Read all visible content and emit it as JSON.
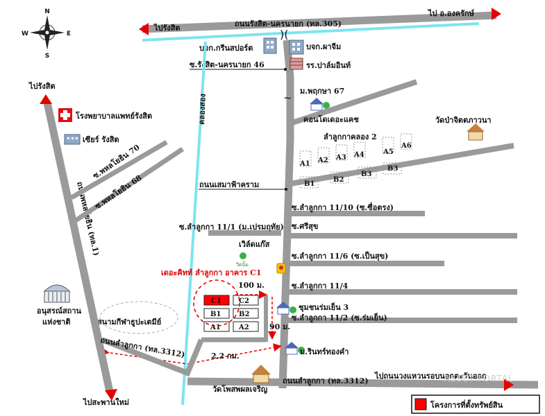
{
  "compass": {
    "n": "N",
    "s": "S",
    "e": "E",
    "w": "W"
  },
  "roads": {
    "top_road": "ถนนรังสิต-นครนายก (ทล.305)",
    "to_rangsit_top": "ไปรังสิต",
    "to_ongkharak": "ไป อ.องครักษ์",
    "to_rangsit_left": "ไปรังสิต",
    "phaholyothin": "ถนนพหลโยธิน (ทล.1)",
    "to_saraburi": "ไปสะพานใหม่",
    "lamlukka_left": "ถนนลำลูกกา (ทล.3312)",
    "lamlukka_bottom": "ถนนลำลูกกา (ทล.3312)",
    "to_ring_road": "ไปถนนวงแหวนรอบนอกตะวันออก",
    "soi_rangsit_46": "ซ.รังสิต-นครนายก 46",
    "soi_phahol_70": "ซ.พหลโยธิน 70",
    "soi_phahol_68": "ซ.พหลโยธิน 68",
    "samae_fah": "ถนนเสมาฟ้าคราม",
    "canal": "คลองสอง",
    "soi_11_10": "ซ.ลำลูกกา 11/10 (ซ.ซื่อตรง)",
    "soi_11_1": "ซ.ลำลูกกา 11/1 (ม.เปรมฤทัย)",
    "soi_srisuk": "ซ.ศรีสุข",
    "soi_11_6": "ซ.ลำลูกกา 11/6 (ซ.เป็นสุข)",
    "soi_11_4": "ซ.ลำลูกกา 11/4",
    "soi_11_2": "ซ.ลำลูกกา 11/2 (ซ.ร่มเย็น)"
  },
  "places": {
    "green_sport": "บจก.กรีนสปอร์ต",
    "pha_jeum": "บจก.ผาจีม",
    "palmintr_school": "รร.ปาล์มอินท์",
    "pruksa_67": "ม.พฤกษา 67",
    "condo": "คอนโดเดอะแคช",
    "wat_pa": "วัดป่าจิตตภาวนา",
    "hospital": "โรงพยาบาลแพทย์รังสิต",
    "future_rangsit": "เซียร์ รังสิต",
    "monument": "อนุสรณ์สถาน\nแห่งชาติ",
    "monument_l1": "อนุสรณ์สถาน",
    "monument_l2": "แห่งชาติ",
    "stadium": "สนามกีฬาธูปะเตมีย์",
    "world_gas": "เวิล์ดแก๊ส",
    "chumchon": "ชุมชนร่มเย็น 3",
    "rin_thong": "ม.รินทร์ทองคำ",
    "wat_phothi": "วัดโพสพผลเจริญ",
    "lamlukka_khlong2": "ลำลูกกาคลอง 2",
    "gas_brand": "วีดนิ้ม"
  },
  "project": {
    "title": "เดอะคิทท์ ลำลูกกา อาคาร C1",
    "dist_100": "100 ม.",
    "dist_90": "90 ม.",
    "dist_22": "2.2 กม.",
    "buildings": [
      "C1",
      "C2",
      "B1",
      "B2",
      "A1",
      "A2"
    ],
    "condo_blocks_top": [
      "A1",
      "A2",
      "A3",
      "A4",
      "A5",
      "A6"
    ],
    "condo_blocks_bottom": [
      "B1",
      "B2",
      "B3",
      "B3"
    ]
  },
  "legend": {
    "label": "โครงการที่ตั้งทรัพย์สิน",
    "swatch_color": "#ff0000"
  },
  "watermark": "ASSET PORTAL",
  "colors": {
    "road": "#9a9a9a",
    "canal": "#7fe3ef",
    "arrow": "#e60000",
    "project": "#ff0000"
  }
}
